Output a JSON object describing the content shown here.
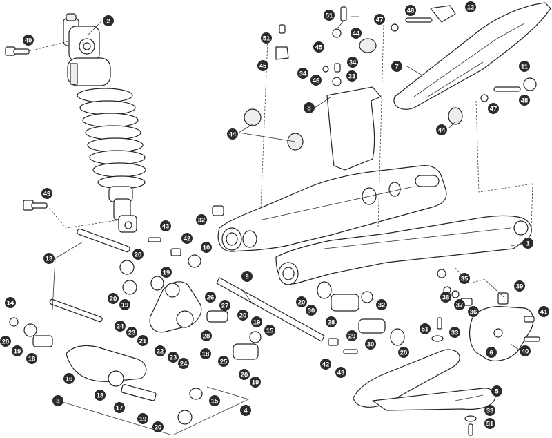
{
  "diagram": {
    "callouts": [
      {
        "id": "c1",
        "label": "1"
      },
      {
        "id": "c2",
        "label": "2"
      },
      {
        "id": "c3",
        "label": "3"
      },
      {
        "id": "c4",
        "label": "4"
      },
      {
        "id": "c5",
        "label": "5"
      },
      {
        "id": "c6",
        "label": "6"
      },
      {
        "id": "c7",
        "label": "7"
      },
      {
        "id": "c8",
        "label": "8"
      },
      {
        "id": "c9",
        "label": "9"
      },
      {
        "id": "c10",
        "label": "10"
      },
      {
        "id": "c11",
        "label": "11"
      },
      {
        "id": "c12",
        "label": "12"
      },
      {
        "id": "c13",
        "label": "13"
      },
      {
        "id": "c14",
        "label": "14"
      },
      {
        "id": "c15a",
        "label": "15"
      },
      {
        "id": "c15b",
        "label": "15"
      },
      {
        "id": "c16",
        "label": "16"
      },
      {
        "id": "c17",
        "label": "17"
      },
      {
        "id": "c18a",
        "label": "18"
      },
      {
        "id": "c18b",
        "label": "18"
      },
      {
        "id": "c18c",
        "label": "18"
      },
      {
        "id": "c19a",
        "label": "19"
      },
      {
        "id": "c19b",
        "label": "19"
      },
      {
        "id": "c19c",
        "label": "19"
      },
      {
        "id": "c19d",
        "label": "19"
      },
      {
        "id": "c19e",
        "label": "19"
      },
      {
        "id": "c19f",
        "label": "19"
      },
      {
        "id": "c20a",
        "label": "20"
      },
      {
        "id": "c20b",
        "label": "20"
      },
      {
        "id": "c20c",
        "label": "20"
      },
      {
        "id": "c20d",
        "label": "20"
      },
      {
        "id": "c20e",
        "label": "20"
      },
      {
        "id": "c20f",
        "label": "20"
      },
      {
        "id": "c20g",
        "label": "20"
      },
      {
        "id": "c20h",
        "label": "20"
      },
      {
        "id": "c21",
        "label": "21"
      },
      {
        "id": "c22",
        "label": "22"
      },
      {
        "id": "c23a",
        "label": "23"
      },
      {
        "id": "c23b",
        "label": "23"
      },
      {
        "id": "c24a",
        "label": "24"
      },
      {
        "id": "c24b",
        "label": "24"
      },
      {
        "id": "c25",
        "label": "25"
      },
      {
        "id": "c26",
        "label": "26"
      },
      {
        "id": "c27",
        "label": "27"
      },
      {
        "id": "c28a",
        "label": "28"
      },
      {
        "id": "c28b",
        "label": "28"
      },
      {
        "id": "c29",
        "label": "29"
      },
      {
        "id": "c30a",
        "label": "30"
      },
      {
        "id": "c30b",
        "label": "30"
      },
      {
        "id": "c32a",
        "label": "32"
      },
      {
        "id": "c32b",
        "label": "32"
      },
      {
        "id": "c33a",
        "label": "33"
      },
      {
        "id": "c33b",
        "label": "33"
      },
      {
        "id": "c33c",
        "label": "33"
      },
      {
        "id": "c34a",
        "label": "34"
      },
      {
        "id": "c34b",
        "label": "34"
      },
      {
        "id": "c35",
        "label": "35"
      },
      {
        "id": "c36",
        "label": "36"
      },
      {
        "id": "c37",
        "label": "37"
      },
      {
        "id": "c38",
        "label": "38"
      },
      {
        "id": "c39",
        "label": "39"
      },
      {
        "id": "c40",
        "label": "40"
      },
      {
        "id": "c41",
        "label": "41"
      },
      {
        "id": "c41l",
        "label": "4ll"
      },
      {
        "id": "c42a",
        "label": "42"
      },
      {
        "id": "c42b",
        "label": "42"
      },
      {
        "id": "c43a",
        "label": "43"
      },
      {
        "id": "c43b",
        "label": "43"
      },
      {
        "id": "c44a",
        "label": "44"
      },
      {
        "id": "c44b",
        "label": "44"
      },
      {
        "id": "c44c",
        "label": "44"
      },
      {
        "id": "c45a",
        "label": "45"
      },
      {
        "id": "c45b",
        "label": "45"
      },
      {
        "id": "c46",
        "label": "46"
      },
      {
        "id": "c47a",
        "label": "47"
      },
      {
        "id": "c47b",
        "label": "47"
      },
      {
        "id": "c48",
        "label": "48"
      },
      {
        "id": "c49a",
        "label": "49"
      },
      {
        "id": "c49b",
        "label": "49"
      },
      {
        "id": "c51a",
        "label": "51"
      },
      {
        "id": "c51b",
        "label": "51"
      },
      {
        "id": "c51c",
        "label": "51"
      },
      {
        "id": "c51d",
        "label": "51"
      }
    ]
  }
}
